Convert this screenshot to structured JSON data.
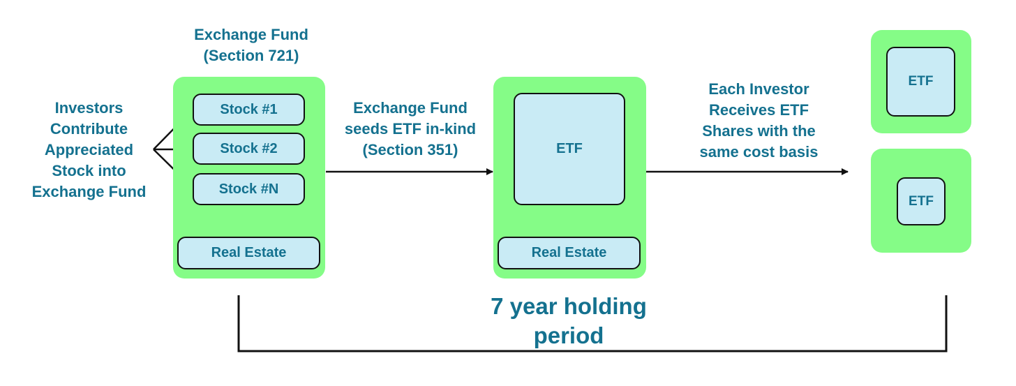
{
  "colors": {
    "text": "#14718f",
    "container_fill": "#85fc87",
    "box_fill": "#c9ebf5",
    "stroke": "#111111"
  },
  "investors_text": "Investors\nContribute\nAppreciated\nStock into\nExchange Fund",
  "exchange_fund": {
    "title": "Exchange Fund\n(Section 721)",
    "stocks": [
      "Stock #1",
      "Stock #2",
      "Stock #N"
    ],
    "real_estate": "Real Estate"
  },
  "seed_text": "Exchange Fund\nseeds ETF in-kind\n(Section 351)",
  "etf_container": {
    "etf_label": "ETF",
    "real_estate": "Real Estate"
  },
  "receive_text": "Each Investor\nReceives ETF\nShares with the\nsame cost basis",
  "investor_etfs": [
    "ETF",
    "ETF"
  ],
  "holding_period": {
    "line1": "7 year holding",
    "line2": "period"
  }
}
